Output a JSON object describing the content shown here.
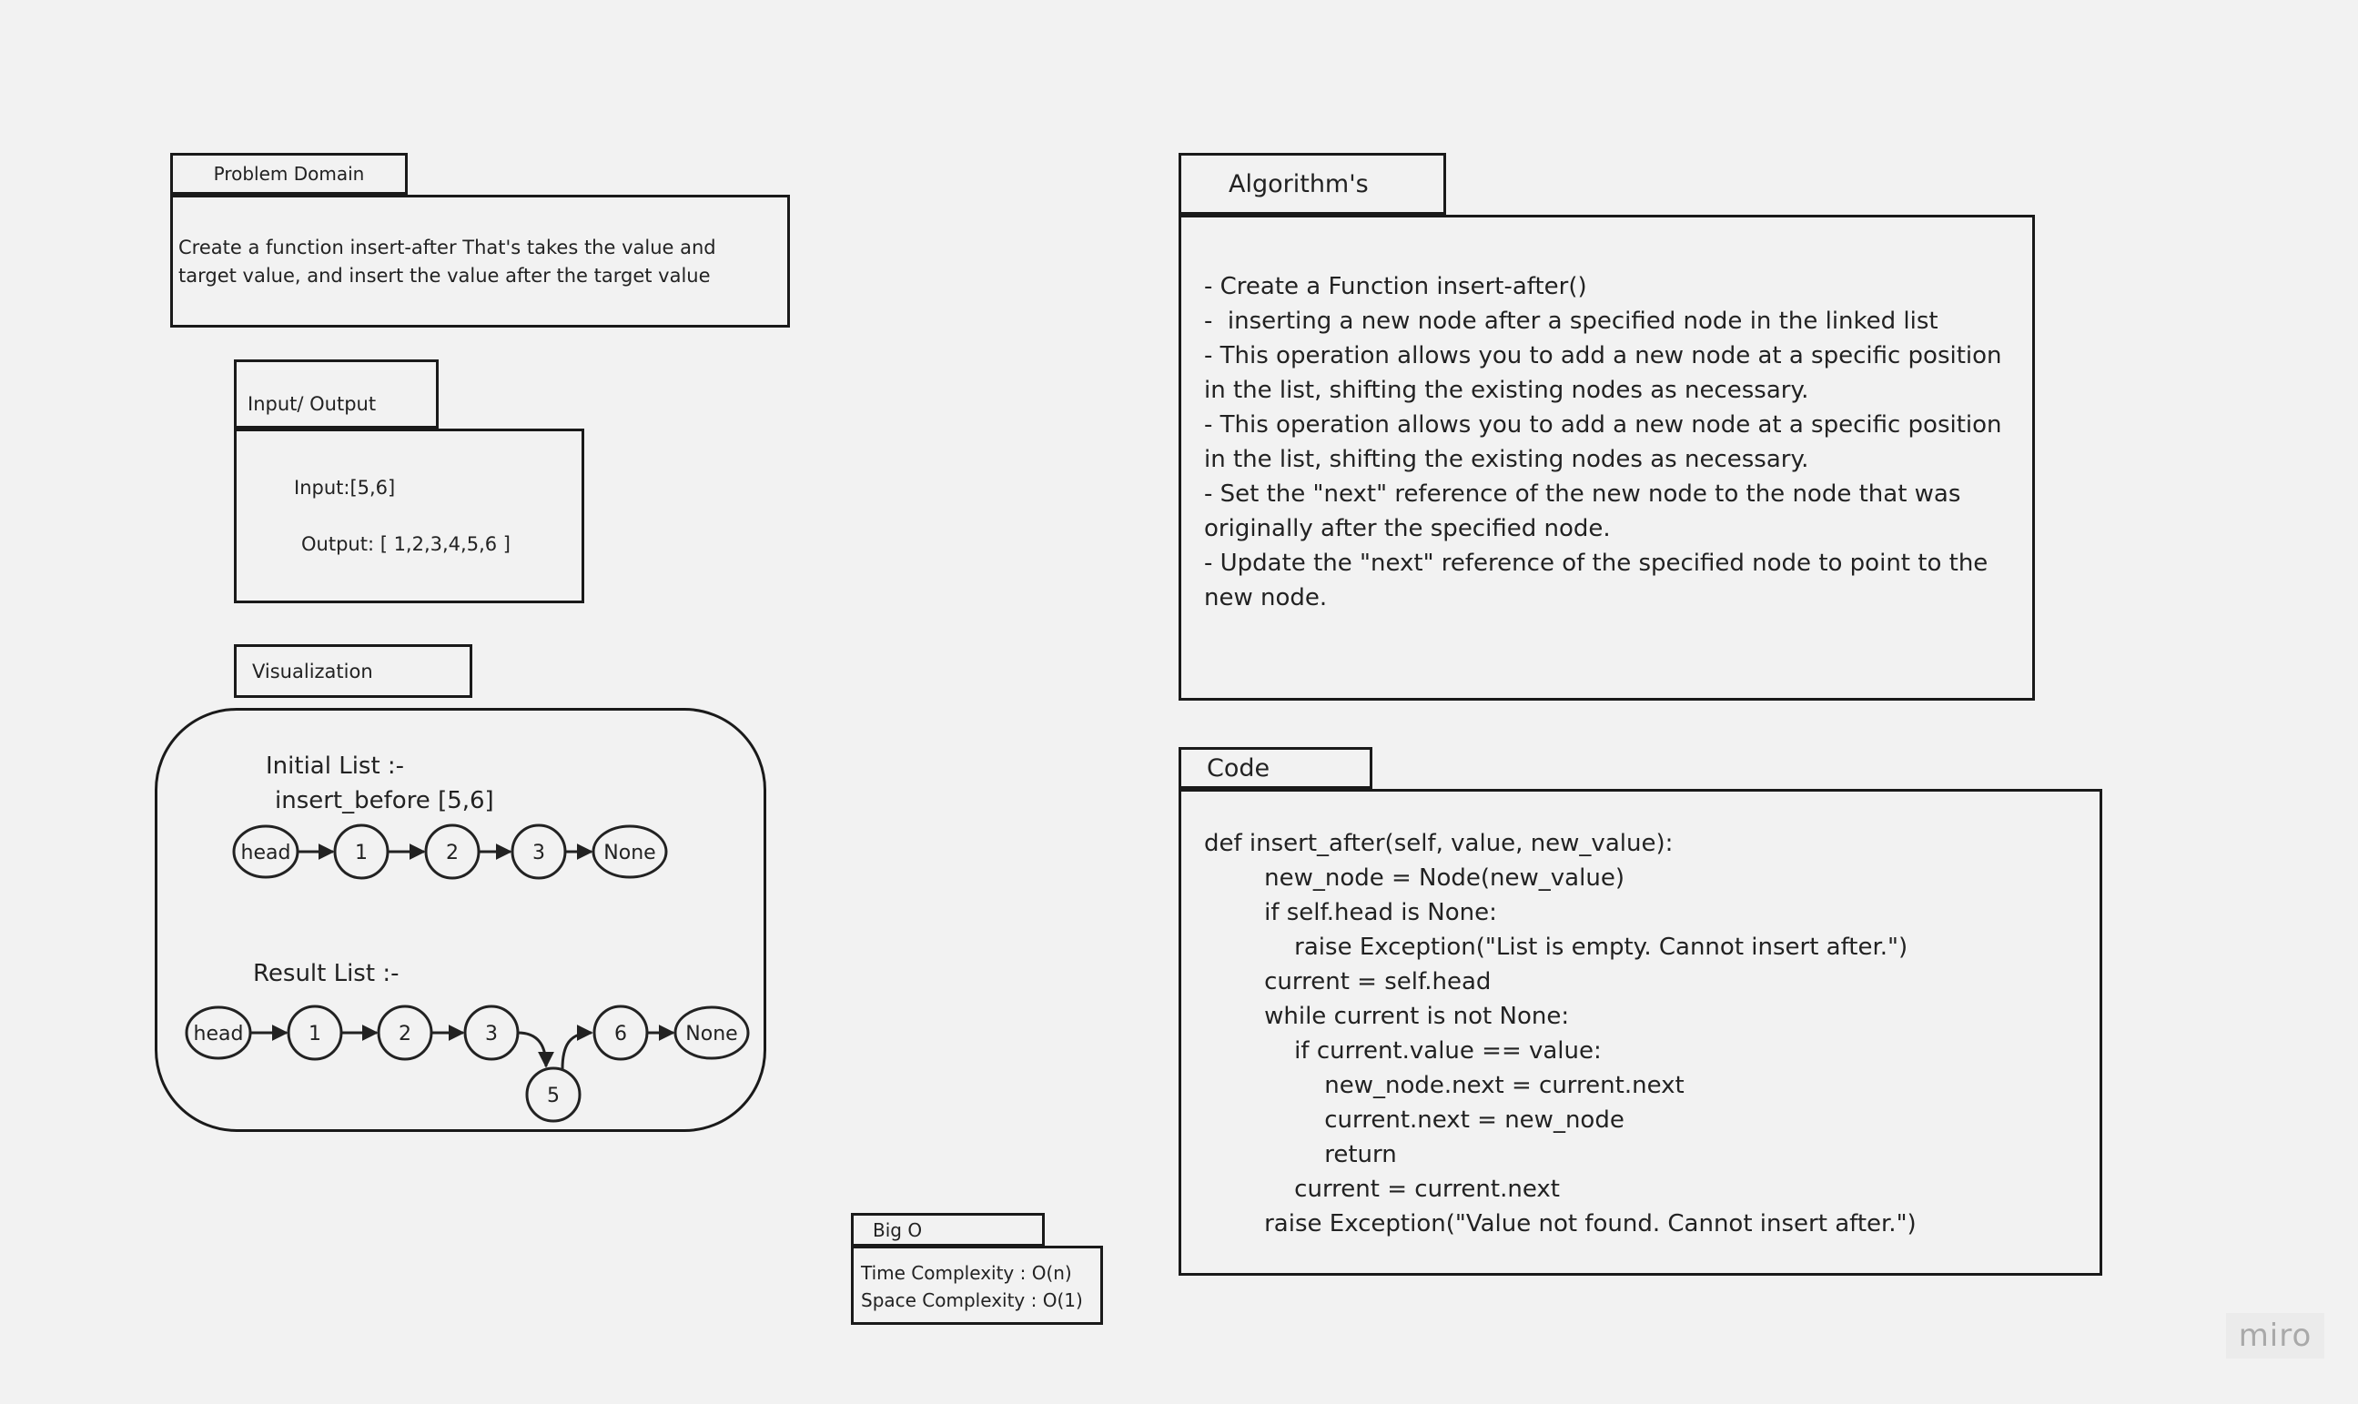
{
  "problem_domain": {
    "title": "Problem Domain",
    "text": "Create a function insert-after That's takes the value and target value, and insert the value after the target value"
  },
  "input_output": {
    "title": "Input/ Output",
    "input": "Input:[5,6]",
    "output": "Output: [ 1,2,3,4,5,6 ]"
  },
  "visualization": {
    "title": "Visualization",
    "initial_label": "Initial List :-",
    "initial_sub": "insert_before [5,6]",
    "initial_nodes": [
      "head",
      "1",
      "2",
      "3",
      "None"
    ],
    "result_label": "Result List :-",
    "result_nodes": [
      "head",
      "1",
      "2",
      "3",
      "6",
      "None"
    ],
    "inserted_node": "5"
  },
  "algorithm": {
    "title": "Algorithm's",
    "lines": [
      "- Create a Function insert-after()",
      "-  inserting a new node after a specified node in the linked list",
      "- This operation allows you to add a new node at a specific position in the list, shifting the existing nodes as necessary.",
      "- This operation allows you to add a new node at a specific position in the list, shifting the existing nodes as necessary.",
      "- Set the \"next\" reference of the new node to the node that was originally after the specified node.",
      "- Update the \"next\" reference of the specified node to point to the new node."
    ]
  },
  "code": {
    "title": "Code",
    "lines": [
      "def insert_after(self, value, new_value):",
      "        new_node = Node(new_value)",
      "        if self.head is None:",
      "            raise Exception(\"List is empty. Cannot insert after.\")",
      "        current = self.head",
      "        while current is not None:",
      "            if current.value == value:",
      "                new_node.next = current.next",
      "                current.next = new_node",
      "                return",
      "            current = current.next",
      "        raise Exception(\"Value not found. Cannot insert after.\")"
    ]
  },
  "big_o": {
    "title": "Big O",
    "time": "Time Complexity : O(n)",
    "space": "Space Complexity : O(1)"
  },
  "logo": "miro"
}
